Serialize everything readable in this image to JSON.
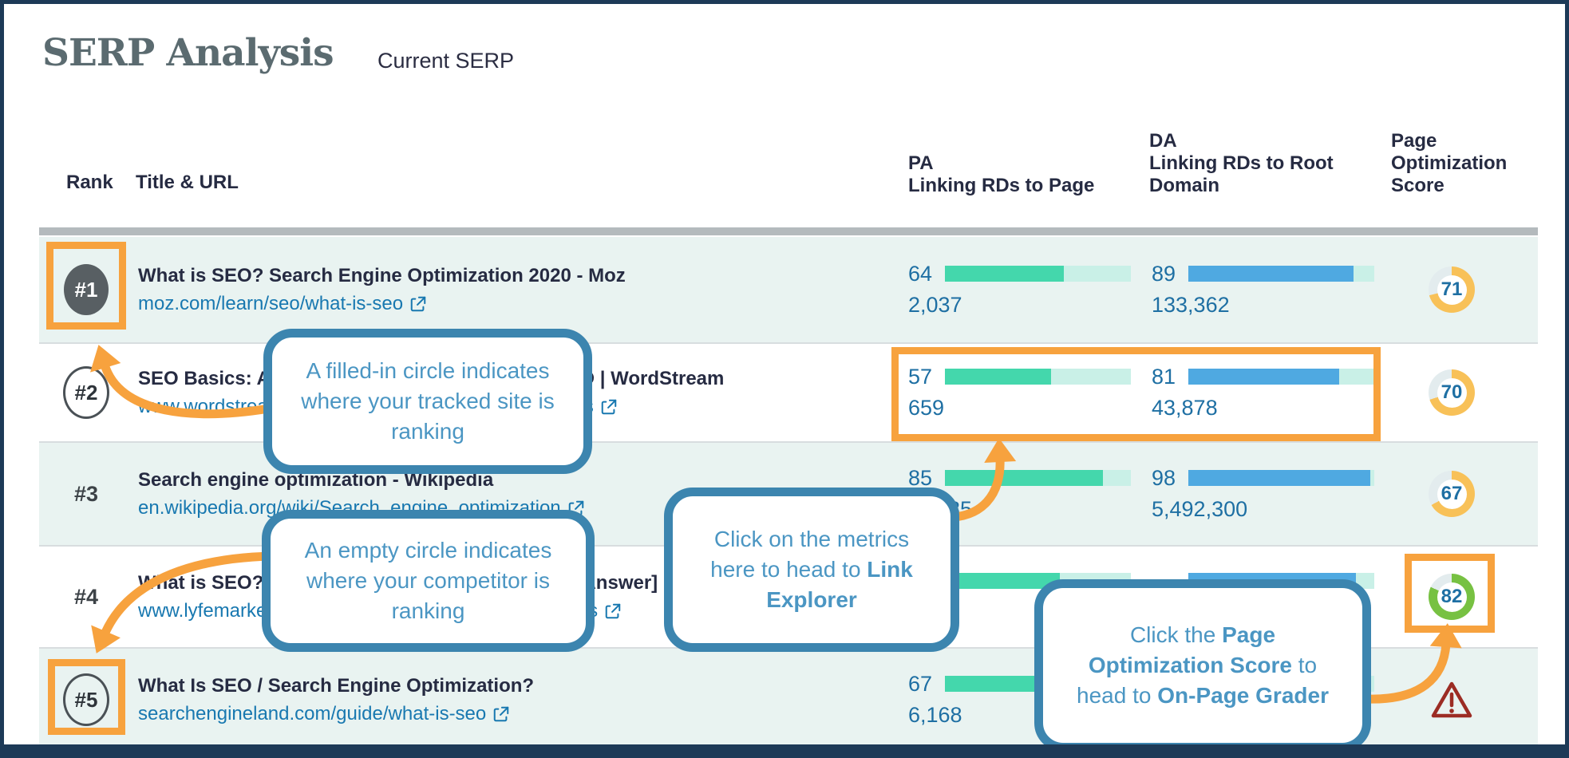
{
  "header": {
    "title": "SERP Analysis",
    "subtitle": "Current SERP"
  },
  "colors": {
    "accent_orange": "#f7a23e",
    "callout_blue": "#3c85af",
    "link_blue": "#1878b0",
    "metric_blue": "#1e6fa3",
    "bar_green": "#44d7ac",
    "bar_blue": "#4fa9e1",
    "bar_track": "#c9f0e7",
    "donut_rest": "#e3ecee",
    "warning_red": "#9c2c24",
    "navy": "#1d3a57"
  },
  "table": {
    "headers": {
      "rank": "Rank",
      "title_url": "Title & URL",
      "pa": "PA\nLinking RDs to Page",
      "da": "DA\nLinking RDs to Root\nDomain",
      "score": "Page\nOptimization\nScore"
    },
    "rows": [
      {
        "rank": "#1",
        "rank_style": "filled",
        "title": "What is SEO? Search Engine Optimization 2020 - Moz",
        "url": "moz.com/learn/seo/what-is-seo",
        "pa": {
          "value": "64",
          "count": "2,037",
          "pct": 64
        },
        "da": {
          "value": "89",
          "count": "133,362",
          "pct": 89
        },
        "score": {
          "value": "71",
          "pct": 71,
          "color": "#f8c158"
        }
      },
      {
        "rank": "#2",
        "rank_style": "outline",
        "title": "SEO Basics: A Complete Beginner's Guide to SEO | WordStream",
        "url": "www.wordstream.com/blog/ws/2015/04/30/seo-basics",
        "pa": {
          "value": "57",
          "count": "659",
          "pct": 57
        },
        "da": {
          "value": "81",
          "count": "43,878",
          "pct": 81
        },
        "score": {
          "value": "70",
          "pct": 70,
          "color": "#f8c158"
        }
      },
      {
        "rank": "#3",
        "rank_style": "plain",
        "title": "Search engine optimization - Wikipedia",
        "url": "en.wikipedia.org/wiki/Search_engine_optimization",
        "pa": {
          "value": "85",
          "count": "85",
          "pct": 85
        },
        "da": {
          "value": "98",
          "count": "5,492,300",
          "pct": 98
        },
        "score": {
          "value": "67",
          "pct": 67,
          "color": "#f8c158"
        }
      },
      {
        "rank": "#4",
        "rank_style": "plain",
        "title": "What is SEO? And How Does It Work? [The Best Answer]",
        "url": "www.lyfemarketing.com/blog/what-is-seo-how-it-works",
        "pa": {
          "value": "",
          "count": "",
          "pct": 62
        },
        "da": {
          "value": "",
          "count": "",
          "pct": 90
        },
        "score": {
          "value": "82",
          "pct": 82,
          "color": "#77c142"
        }
      },
      {
        "rank": "#5",
        "rank_style": "outline",
        "title": "What Is SEO / Search Engine Optimization?",
        "url": "searchengineland.com/guide/what-is-seo",
        "pa": {
          "value": "67",
          "count": "6,168",
          "pct": 67
        },
        "da": {
          "value": "",
          "count": "",
          "pct": 90
        },
        "score": {
          "value": "",
          "pct": 0,
          "color": "#9c2c24",
          "warning": true
        }
      }
    ]
  },
  "annotations": {
    "callout_filled": {
      "text": "A filled-in circle indicates where your tracked site is ranking"
    },
    "callout_empty": {
      "text": "An empty circle indicates where your competitor is ranking"
    },
    "callout_metrics": {
      "t1": "Click on the metrics here to head to ",
      "b1": "Link Explorer"
    },
    "callout_score": {
      "t1": "Click the ",
      "b1": "Page Optimization Score",
      "t2": " to head to ",
      "b2": "On-Page Grader"
    }
  }
}
